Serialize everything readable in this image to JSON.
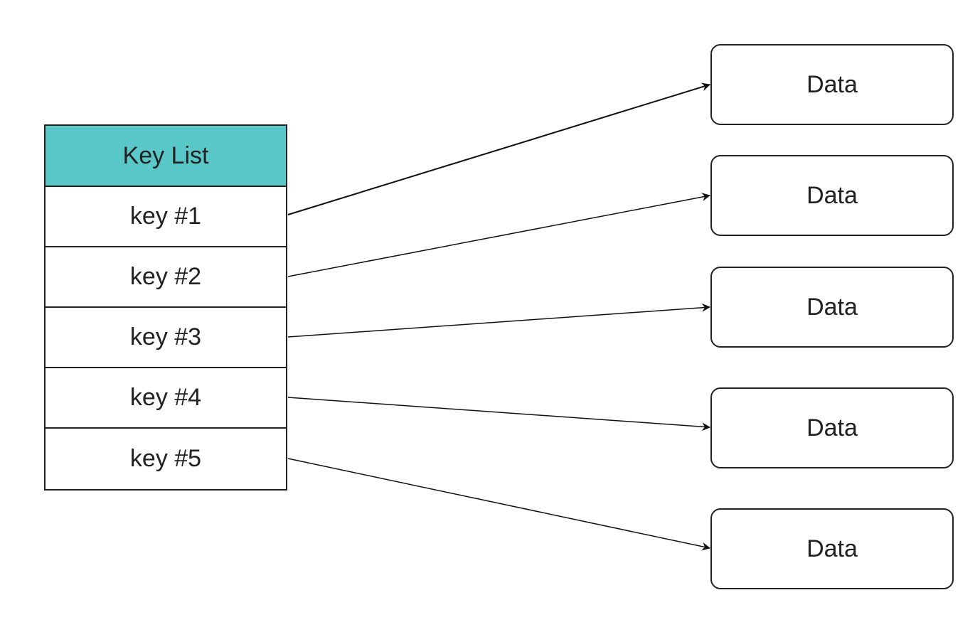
{
  "key_list": {
    "title": "Key List",
    "header_color": "#5ac8c8",
    "keys": [
      {
        "label": "key #1"
      },
      {
        "label": "key #2"
      },
      {
        "label": "key #3"
      },
      {
        "label": "key #4"
      },
      {
        "label": "key #5"
      }
    ]
  },
  "data_nodes": [
    {
      "label": "Data"
    },
    {
      "label": "Data"
    },
    {
      "label": "Data"
    },
    {
      "label": "Data"
    },
    {
      "label": "Data"
    }
  ],
  "connections": [
    {
      "from": "key #1",
      "to": 1
    },
    {
      "from": "key #2",
      "to": 2
    },
    {
      "from": "key #3",
      "to": 3
    },
    {
      "from": "key #4",
      "to": 4
    },
    {
      "from": "key #5",
      "to": 5
    }
  ]
}
